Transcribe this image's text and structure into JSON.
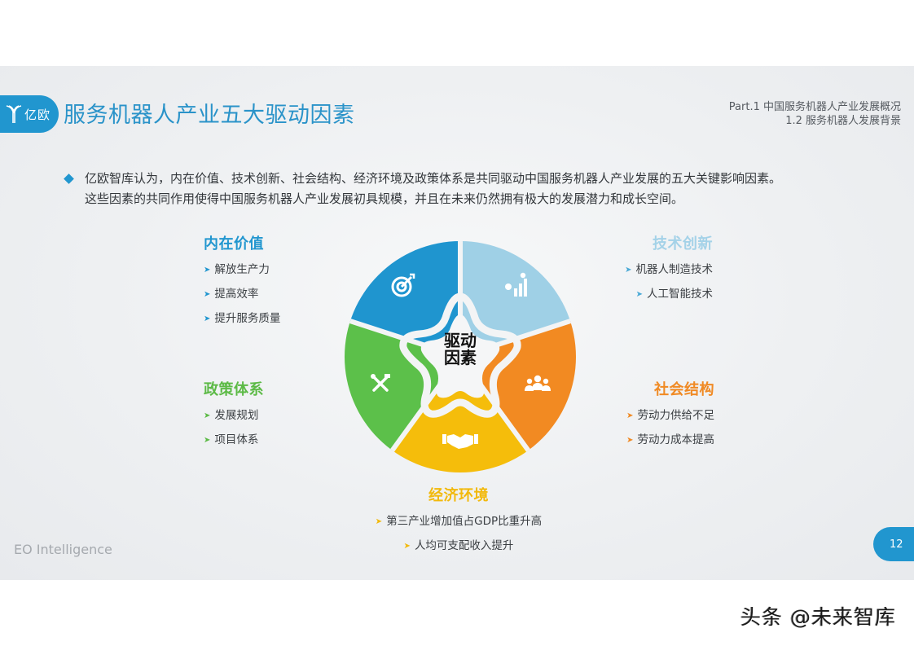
{
  "header": {
    "logo_text": "亿欧",
    "title": "服务机器人产业五大驱动因素",
    "part_line1": "Part.1 中国服务机器人产业发展概况",
    "part_line2": "1.2 服务机器人发展背景"
  },
  "intro": {
    "line1": "亿欧智库认为，内在价值、技术创新、社会结构、经济环境及政策体系是共同驱动中国服务机器人产业发展的五大关键影响因素。",
    "line2": "这些因素的共同作用使得中国服务机器人产业发展初具规模，并且在未来仍然拥有极大的发展潜力和成长空间。"
  },
  "wheel": {
    "center_line1": "驱动",
    "center_line2": "因素",
    "segments": [
      {
        "name": "内在价值",
        "color": "#1f95cf",
        "icon": "target-icon"
      },
      {
        "name": "技术创新",
        "color": "#9fd0e6",
        "icon": "gear-chart-icon"
      },
      {
        "name": "社会结构",
        "color": "#f28a22",
        "icon": "team-icon"
      },
      {
        "name": "经济环境",
        "color": "#f5bd0b",
        "icon": "handshake-icon"
      },
      {
        "name": "政策体系",
        "color": "#5cc04a",
        "icon": "tools-icon"
      }
    ]
  },
  "factors": {
    "intrinsic": {
      "title": "内在价值",
      "color": "#2196cf",
      "items": [
        "解放生产力",
        "提高效率",
        "提升服务质量"
      ]
    },
    "tech": {
      "title": "技术创新",
      "color": "#a4d2e8",
      "items": [
        "机器人制造技术",
        "人工智能技术"
      ]
    },
    "social": {
      "title": "社会结构",
      "color": "#f08a24",
      "items": [
        "劳动力供给不足",
        "劳动力成本提高"
      ]
    },
    "policy": {
      "title": "政策体系",
      "color": "#5cba46",
      "items": [
        "发展规划",
        "项目体系"
      ]
    },
    "economy": {
      "title": "经济环境",
      "color": "#f2b90c",
      "items": [
        "第三产业增加值占GDP比重升高",
        "人均可支配收入提升"
      ]
    }
  },
  "footer": {
    "brand": "EO Intelligence",
    "page_number": "12"
  },
  "watermark": "头条 @未来智库"
}
